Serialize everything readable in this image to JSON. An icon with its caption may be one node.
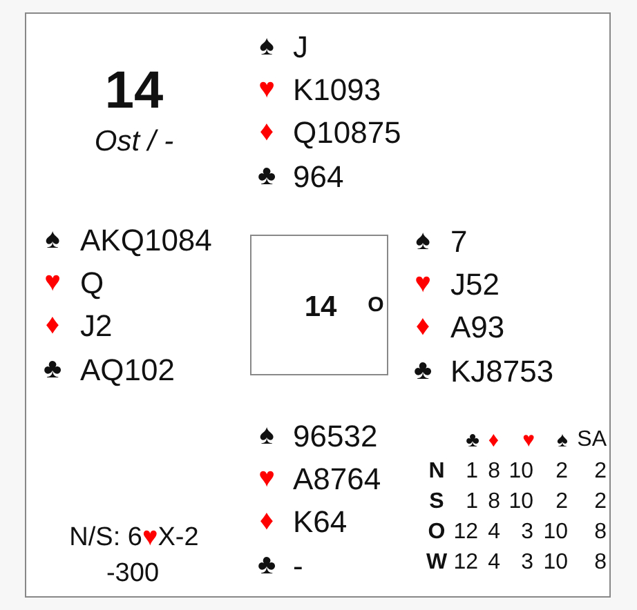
{
  "diagram": {
    "nodes": [
      {
        "text": [
          "14",
          "O"
        ]
      }
    ],
    "labels": [
      "14",
      "Ost / -",
      "♠",
      "J",
      "♥",
      "K1093",
      "♦",
      "Q10875",
      "♣",
      "964",
      "♠",
      "AKQ1084",
      "♥",
      "Q",
      "♦",
      "J2",
      "♣",
      "AQ102",
      "♠",
      "7",
      "♥",
      "J52",
      "♦",
      "A93",
      "♣",
      "KJ8753",
      "♠",
      "96532",
      "♥",
      "A8764",
      "♦",
      "K64",
      "♣",
      "-",
      "♣",
      "♦",
      "♥",
      "♠",
      "SA",
      "N",
      "1",
      "8",
      "10",
      "2",
      "2",
      "S",
      "1",
      "8",
      "10",
      "2",
      "2",
      "O",
      "12",
      "4",
      "3",
      "10",
      "8",
      "W",
      "12",
      "4",
      "3",
      "10",
      "8",
      "N/S: 6♥X-2",
      "-300"
    ]
  }
}
